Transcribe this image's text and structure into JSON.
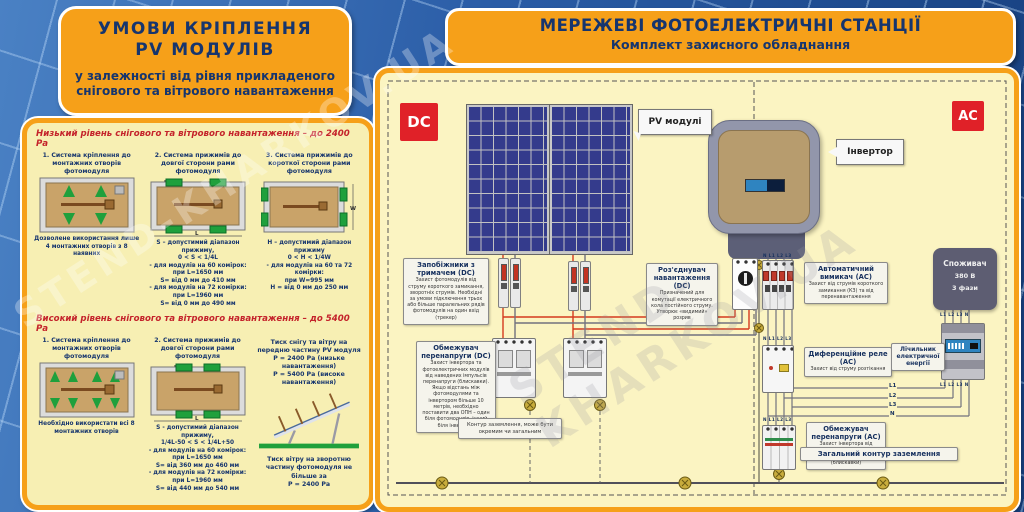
{
  "watermark": "STEND-KHARKOV.UA",
  "left_poster": {
    "title_line1": "УМОВИ КРІПЛЕННЯ",
    "title_line2": "PV МОДУЛІВ",
    "subtitle_line1": "у залежності від рівня прикладеного",
    "subtitle_line2": "снігового та вітрового навантаження",
    "dims": {
      "s": "s",
      "L": "L",
      "H": "H",
      "W": "W"
    },
    "low_section": {
      "heading": "Низький рівень снігового та вітрового навантаження – до 2400 Ра",
      "items": [
        {
          "caption": "1. Система кріплення до монтажних отворів фотомодуля",
          "note": "Дозволене використання лише 4 монтажних отворів з 8 наявних"
        },
        {
          "caption": "2. Система прижимів до довгої сторони рами фотомодуля",
          "note": "S – допустимий діапазон прижиму,\n0 < S < 1/4L\n- для модулів на 60 комірок:\nпри L=1650 мм\nS= від 0 мм до 410 мм\n- для модулів на 72 комірки:\nпри L=1960 мм\nS= від 0 мм до 490 мм"
        },
        {
          "caption": "3. Система прижимів до короткої сторони рами фотомодуля",
          "note": "Н – допустимий діапазон прижиму\n0 < H < 1/4W\n- для модулів на 60 та 72 комірки:\nпри W=995 мм\nН = від 0 мм до 250 мм"
        }
      ]
    },
    "high_section": {
      "heading": "Високий рівень снігового та вітрового навантаження – до 5400 Ра",
      "items": [
        {
          "caption": "1. Система кріплення до монтажних отворів фотомодуля",
          "note": "Необхідно використати всі 8 монтажних отворів"
        },
        {
          "caption": "2. Система прижимів до довгої сторони рами фотомодуля",
          "note": "S - допустимий діапазон прижиму,\n1/4L-50 < S < 1/4L+50\n- для модулів на 60 комірок: при L=1650 мм\nS= від 360 мм до 460 мм\n- для модулів на 72 комірки:\nпри L=1960 мм\nS= від 440 мм до 540 мм"
        }
      ],
      "front_pressure_note": "Тиск снігу та вітру на передню частину PV модуля\nР = 2400 Ра (низьке навантаження)\nР = 5400 Ра (високе навантаження)",
      "back_pressure_note": "Тиск вітру на зворотню частину фотомодуля не більше за\nР = 2400 Ра"
    }
  },
  "right_poster": {
    "title": "МЕРЕЖЕВІ ФОТОЕЛЕКТРИЧНІ СТАНЦІЇ",
    "subtitle": "Комплект захисного обладнання",
    "dc_badge": "DC",
    "ac_badge": "AC",
    "pv_modules_label": "PV модулі",
    "inverter_label": "Інвертор",
    "fuse": {
      "title": "Запобіжники з тримачем (DC)",
      "desc": "Захист фотомодулів від струму короткого замикання, зворотніх струмів. Необхідні за умови підключення трьох або більше паралельних рядів фотомодулів на один вхід (трекер)"
    },
    "spd_dc": {
      "title": "Обмежувач перенапруги (DC)",
      "desc": "Захист інвертора та фотоелектричних модулів від наведених імпульсів перенапруги (блискавки). Якщо відстань між фотомодулями та інвертором більше 10 метрів, необхідно поставити два ОПН – один біля фотомодулів, інший біля інвертора"
    },
    "disconnector": {
      "title": "Роз'єднувач навантаження (DC)",
      "desc": "Призначений для комутації електричного кола постійного струму. Утворює «видимий» розрив"
    },
    "breaker": {
      "title": "Автоматичний вимикач (АС)",
      "desc": "Захист від струмів короткого замикання (КЗ) та від перенавантаження"
    },
    "rcd": {
      "title": "Диференційне реле (АС)",
      "desc": "Захист від струму розтікання"
    },
    "spd_ac": {
      "title": "Обмежувач перенапруги (АС)",
      "desc": "Захист інвертора від прямих та наведених імпульсів перенапруги (блискавки)"
    },
    "meter_label": "Лічильник електричної енергії",
    "consumer": {
      "line1": "Споживач",
      "line2": "380 В",
      "line3": "3 фази"
    },
    "ground_note": "Контур заземлення, може бути окремим чи загальним",
    "ground_bus_label": "Загальний контур заземлення",
    "wire_tags": [
      "L1",
      "L2",
      "L3",
      "N"
    ],
    "terminal_row": "L1 L2 L3 N",
    "breaker_terminal_row": "N L1 L2 L3"
  },
  "colors": {
    "accent_orange": "#f6a019",
    "panel_yellow": "#f9f2ba",
    "navy_text": "#16356e",
    "badge_red": "#e02128",
    "wire_positive": "#d43a1e",
    "wire_negative": "#72727e",
    "ground_green": "#1fa03c"
  }
}
